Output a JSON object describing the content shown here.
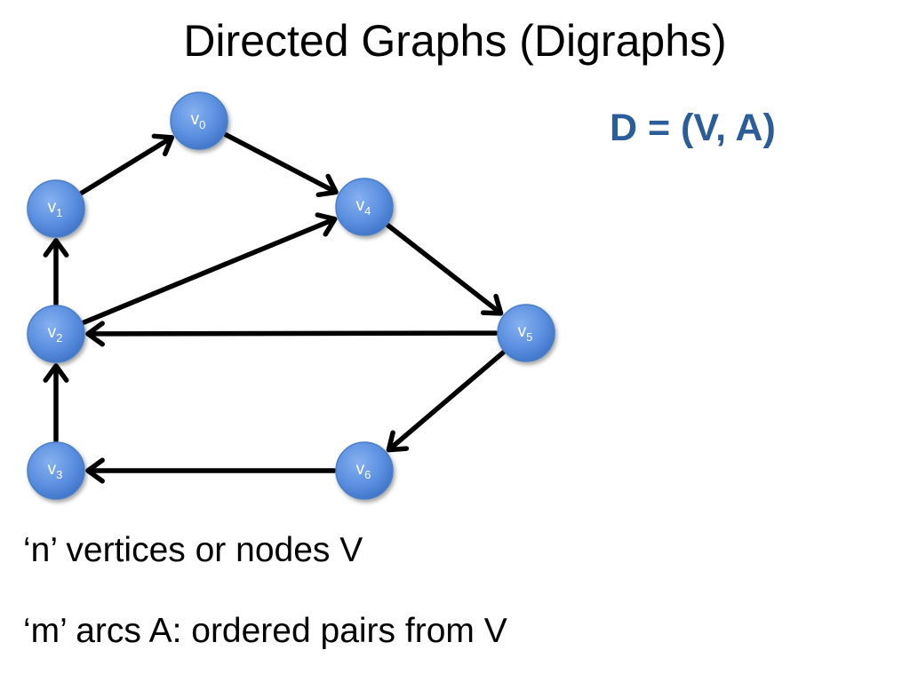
{
  "slide": {
    "title": "Directed Graphs (Digraphs)",
    "definition": "D = (V, A)",
    "captions": [
      "‘n’ vertices or nodes V",
      "‘m’ arcs A: ordered pairs from V"
    ]
  },
  "graph": {
    "node_color": "#5b8fe0",
    "node_border_color": "#4a7fc8",
    "edge_color": "#000000",
    "nodes": [
      {
        "id": "v0",
        "base": "v",
        "sub": "0"
      },
      {
        "id": "v1",
        "base": "v",
        "sub": "1"
      },
      {
        "id": "v2",
        "base": "v",
        "sub": "2"
      },
      {
        "id": "v3",
        "base": "v",
        "sub": "3"
      },
      {
        "id": "v4",
        "base": "v",
        "sub": "4"
      },
      {
        "id": "v5",
        "base": "v",
        "sub": "5"
      },
      {
        "id": "v6",
        "base": "v",
        "sub": "6"
      }
    ],
    "arcs": [
      {
        "from": "v1",
        "to": "v0"
      },
      {
        "from": "v0",
        "to": "v4"
      },
      {
        "from": "v2",
        "to": "v1"
      },
      {
        "from": "v2",
        "to": "v4"
      },
      {
        "from": "v4",
        "to": "v5"
      },
      {
        "from": "v5",
        "to": "v2"
      },
      {
        "from": "v3",
        "to": "v2"
      },
      {
        "from": "v5",
        "to": "v6"
      },
      {
        "from": "v6",
        "to": "v3"
      }
    ]
  }
}
